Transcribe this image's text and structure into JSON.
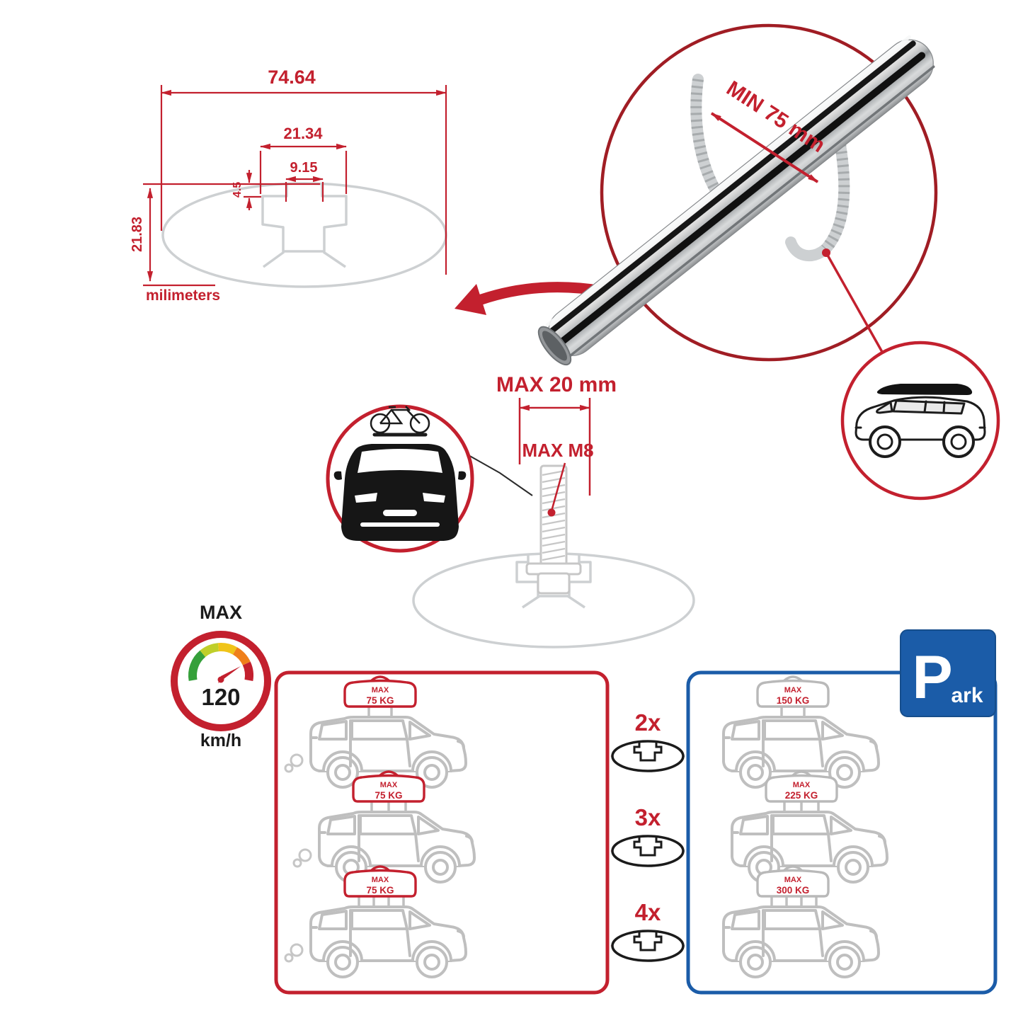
{
  "colors": {
    "red": "#C3202E",
    "dark_red": "#A01D24",
    "blue": "#1B5CA8",
    "gray_line": "#CDD0D2",
    "black": "#1B1B1B"
  },
  "icons": {
    "speedometer": "speedometer-gauge",
    "park_sign": "parking-sign",
    "crossbar_profile": "aero-bar-cross-section",
    "cargo_bag": "roof-cargo-bag",
    "bike_car": "car-front-with-bike",
    "suv_roofbox": "suv-with-roof-box",
    "exhaust": "exhaust-smoke"
  },
  "dimensions": {
    "total_width": "74.64",
    "channel_width": "21.34",
    "slot_width": "9.15",
    "lip_depth": "4.5",
    "total_height": "21.83",
    "units_label": "milimeters"
  },
  "bar_detail": {
    "min_span_label": "MIN 75 mm"
  },
  "bolt_detail": {
    "max_length_label": "MAX 20 mm",
    "max_thread_label": "MAX M8"
  },
  "speed_limit": {
    "title": "MAX",
    "value": "120",
    "unit": "km/h"
  },
  "park_sign": {
    "letter": "P",
    "rest": "ark"
  },
  "left_panel": {
    "cars": [
      {
        "bag_line1": "MAX",
        "bag_line2": "75 KG"
      },
      {
        "bag_line1": "MAX",
        "bag_line2": "75 KG"
      },
      {
        "bag_line1": "MAX",
        "bag_line2": "75 KG"
      }
    ]
  },
  "right_panel": {
    "cars": [
      {
        "bag_line1": "MAX",
        "bag_line2": "150 KG"
      },
      {
        "bag_line1": "MAX",
        "bag_line2": "225 KG"
      },
      {
        "bag_line1": "MAX",
        "bag_line2": "300 KG"
      }
    ]
  },
  "bar_counts": [
    {
      "label": "2x"
    },
    {
      "label": "3x"
    },
    {
      "label": "4x"
    }
  ]
}
